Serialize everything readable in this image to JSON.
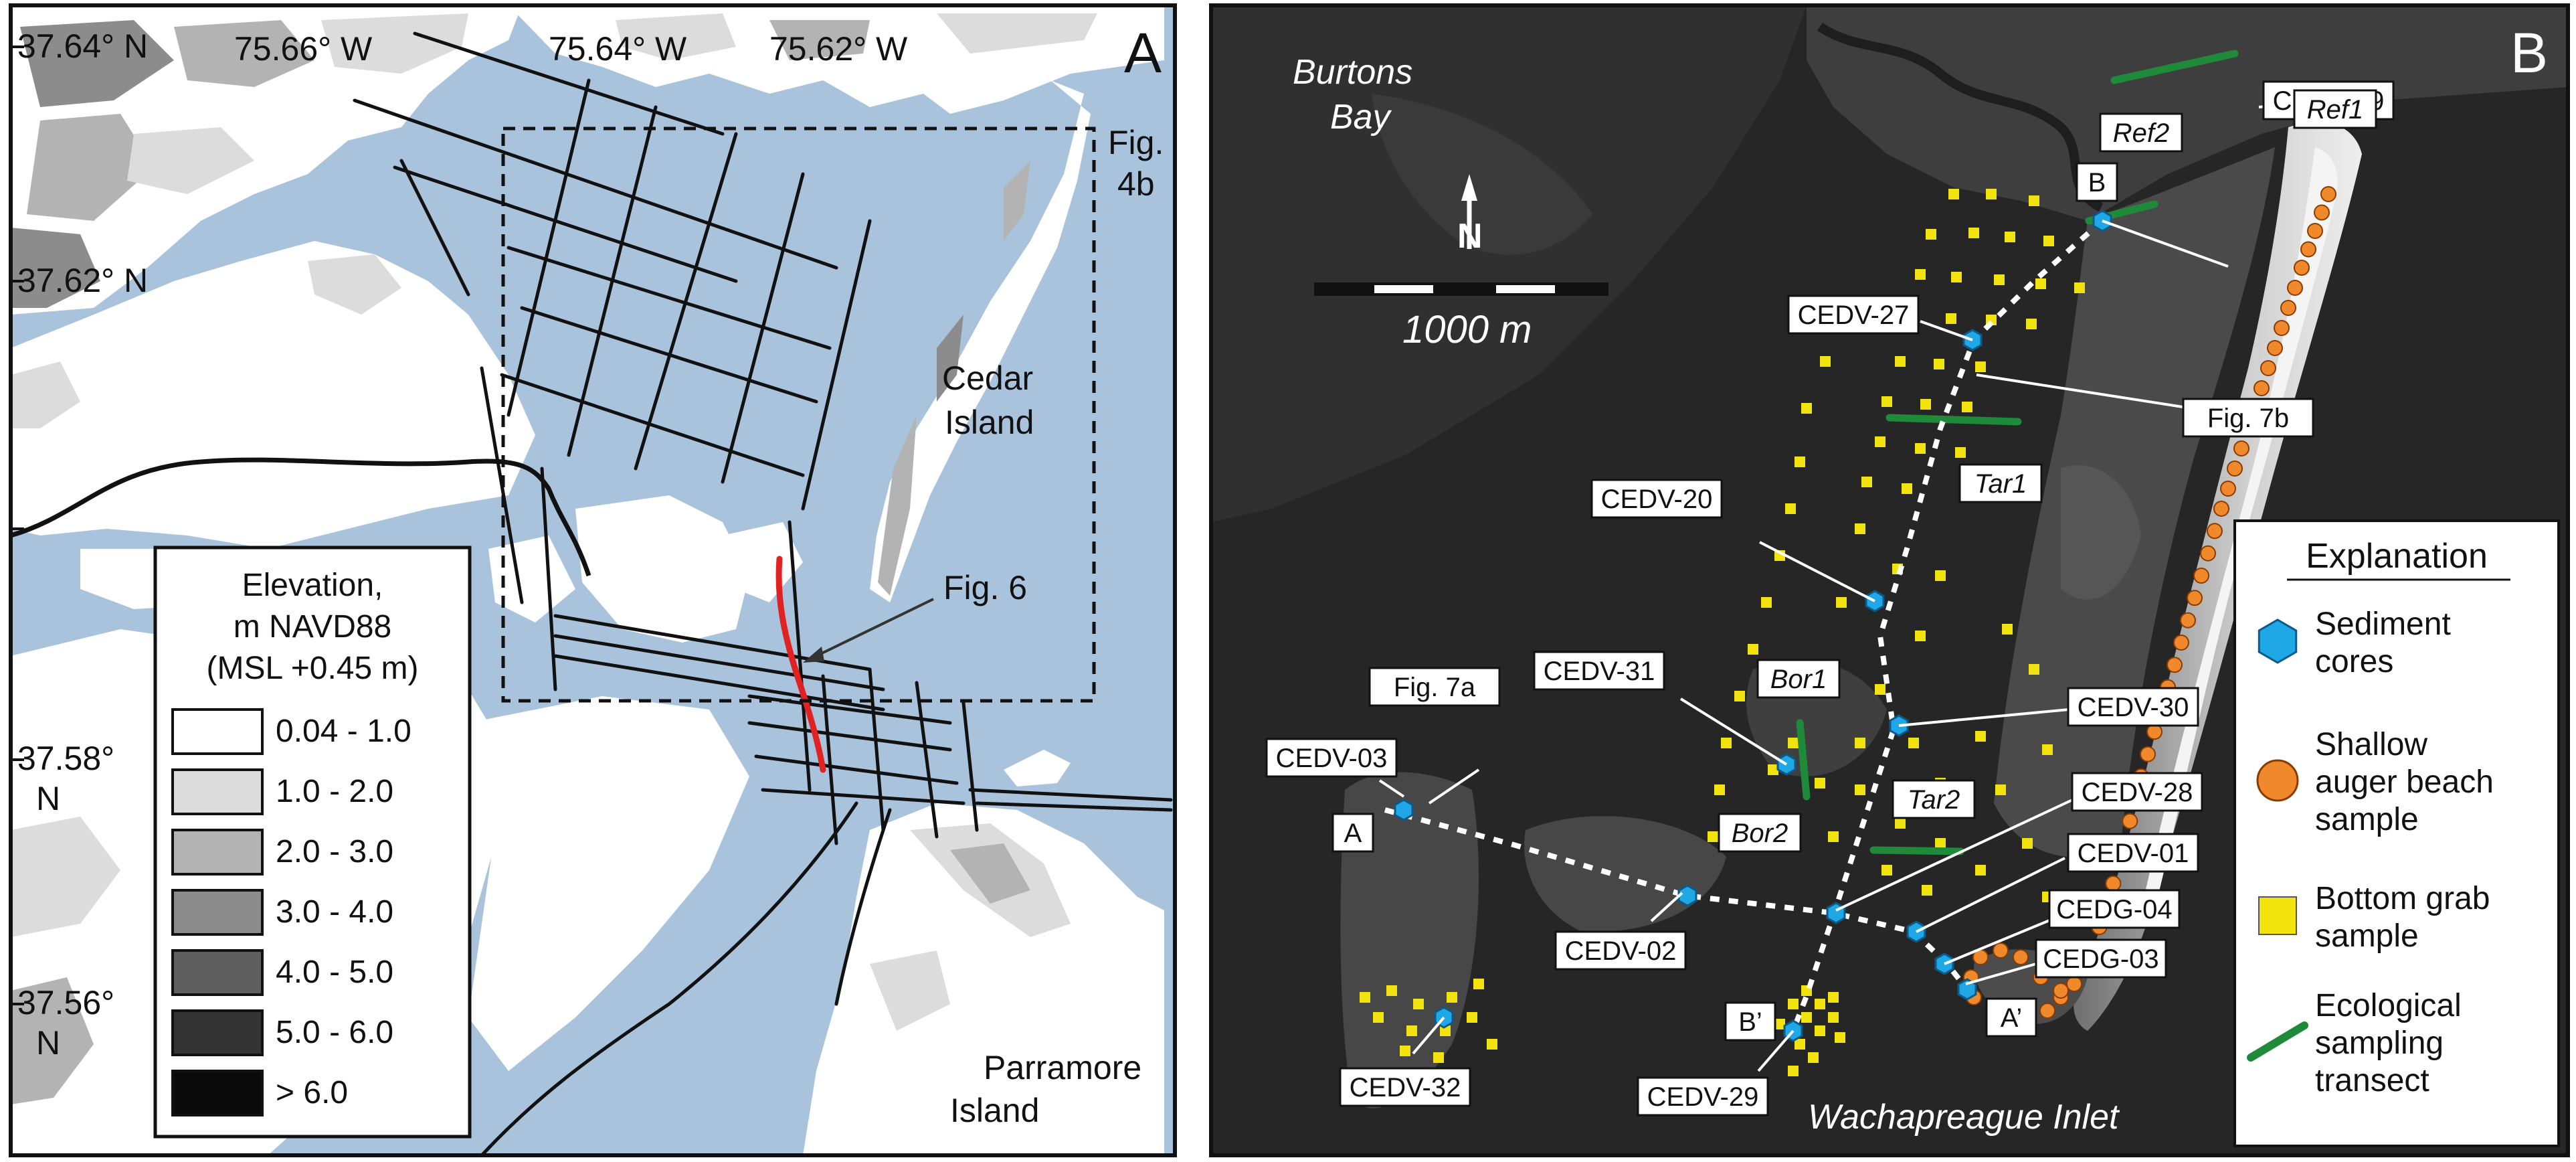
{
  "panel_a": {
    "letter": "A",
    "lon_labels": [
      "75.66° W",
      "75.64° W",
      "75.62° W"
    ],
    "lat_labels": [
      "37.64° N",
      "37.62° N",
      "37.58°",
      "N",
      "37.56°",
      "N"
    ],
    "fig4b_label": [
      "Fig.",
      "4b"
    ],
    "fig6_label": "Fig. 6",
    "places": {
      "cedar_line1": "Cedar",
      "cedar_line2": "Island",
      "parramore_line1": "Parramore",
      "parramore_line2": "Island"
    },
    "legend": {
      "title_lines": [
        "Elevation,",
        "m NAVD88",
        "(MSL +0.45 m)"
      ],
      "items": [
        {
          "label": "0.04 - 1.0",
          "color": "#ffffff"
        },
        {
          "label": "1.0 - 2.0",
          "color": "#dcdcdc"
        },
        {
          "label": "2.0 - 3.0",
          "color": "#b3b3b3"
        },
        {
          "label": "3.0 - 4.0",
          "color": "#8c8c8c"
        },
        {
          "label": "4.0 - 5.0",
          "color": "#5f5f5f"
        },
        {
          "label": "5.0 - 6.0",
          "color": "#343434"
        },
        {
          "label": "> 6.0",
          "color": "#0a0a0a"
        }
      ]
    },
    "colors": {
      "water": "#a9c3dc",
      "land": "#ffffff",
      "track": "#111111",
      "highlight": "#e02222"
    }
  },
  "panel_b": {
    "letter": "B",
    "place_labels": {
      "burtons_line1": "Burtons",
      "burtons_line2": "Bay",
      "wachapreague": "Wachapreague Inlet"
    },
    "north_label": "N",
    "scale_label": "1000 m",
    "callouts": [
      "CEDV-19",
      "CEDV-27",
      "CEDV-20",
      "CEDV-31",
      "CEDV-03",
      "CEDV-02",
      "CEDV-32",
      "CEDV-29",
      "CEDV-30",
      "CEDV-28",
      "CEDV-01",
      "CEDG-04",
      "CEDG-03",
      "Fig. 7b",
      "Fig. 7a"
    ],
    "transect_labels": [
      "Ref1",
      "Ref2",
      "Tar1",
      "Tar2",
      "Bor1",
      "Bor2"
    ],
    "endpoint_labels": [
      "A",
      "A’",
      "B",
      "B’"
    ],
    "explanation": {
      "title": "Explanation",
      "items": [
        {
          "symbol": "hexagon",
          "lines": [
            "Sediment",
            "cores"
          ]
        },
        {
          "symbol": "circle",
          "lines": [
            "Shallow",
            "auger beach",
            "sample"
          ]
        },
        {
          "symbol": "square",
          "lines": [
            "Bottom grab",
            "sample"
          ]
        },
        {
          "symbol": "line",
          "lines": [
            "Ecological",
            "sampling",
            "transect"
          ]
        }
      ]
    },
    "colors": {
      "core": "#1fa7e6",
      "auger": "#f0892b",
      "grab": "#f2e20e",
      "transect": "#1e8a3a",
      "background": "#262626"
    }
  }
}
